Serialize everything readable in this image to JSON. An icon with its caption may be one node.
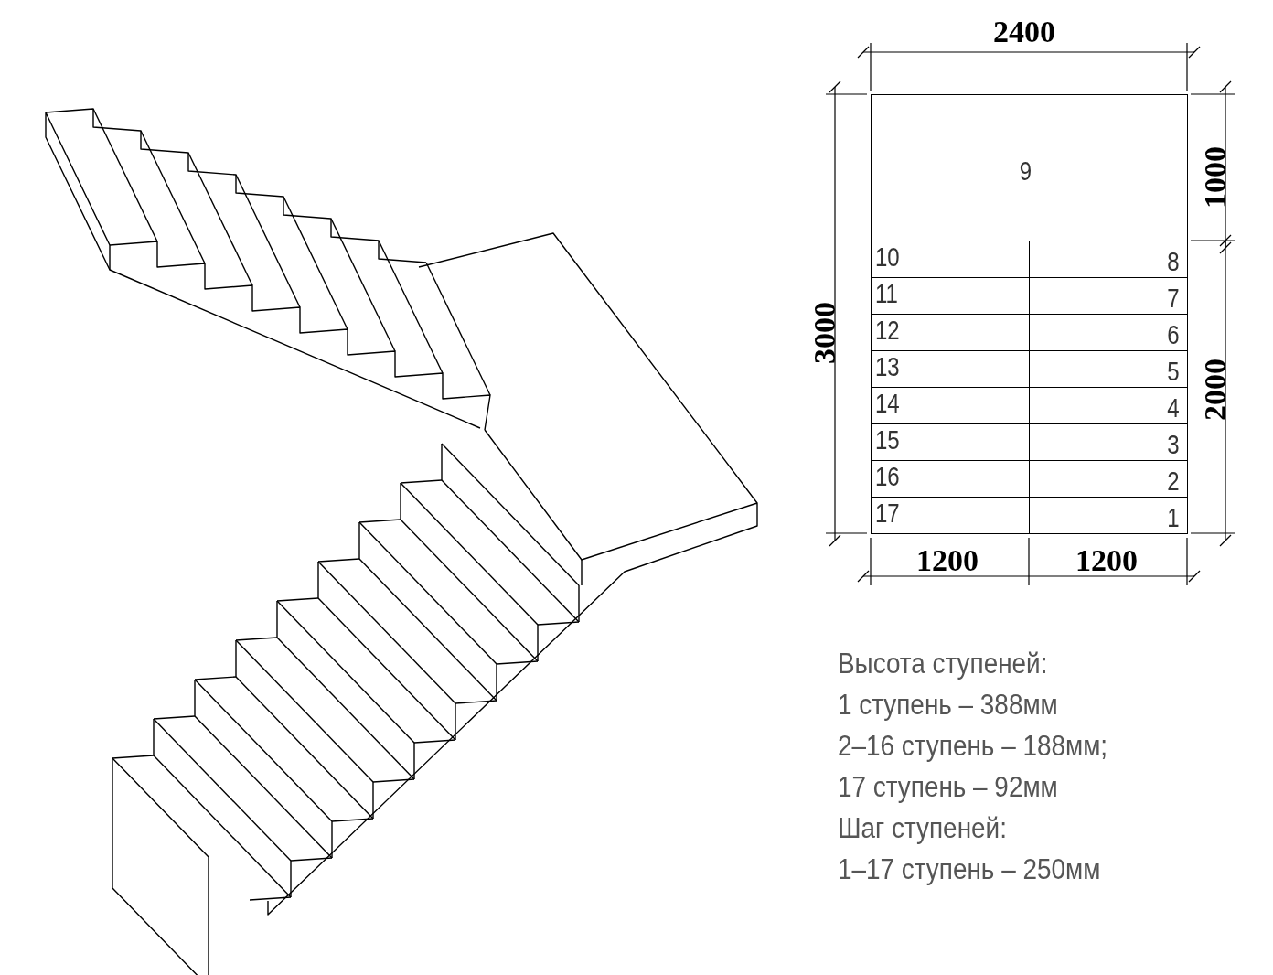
{
  "diagram": {
    "nodes": [
      {
        "text": [
          "9"
        ]
      },
      {
        "text": [
          "10"
        ]
      },
      {
        "text": [
          "8"
        ]
      },
      {
        "text": [
          "11"
        ]
      },
      {
        "text": [
          "7"
        ]
      },
      {
        "text": [
          "12"
        ]
      },
      {
        "text": [
          "6"
        ]
      },
      {
        "text": [
          "13"
        ]
      },
      {
        "text": [
          "5"
        ]
      },
      {
        "text": [
          "14"
        ]
      },
      {
        "text": [
          "4"
        ]
      },
      {
        "text": [
          "15"
        ]
      },
      {
        "text": [
          "3"
        ]
      },
      {
        "text": [
          "16"
        ]
      },
      {
        "text": [
          "2"
        ]
      },
      {
        "text": [
          "17"
        ]
      },
      {
        "text": [
          "1"
        ]
      }
    ],
    "edges": [],
    "labels": [
      "2400",
      "3000",
      "1000",
      "2000",
      "1200",
      "1200",
      "Высота ступеней:",
      "1 ступень – 388мм",
      "2–16 ступень – 188мм;",
      "17 ступень – 92мм",
      "Шаг ступеней:",
      "1–17 ступень – 250мм"
    ]
  }
}
